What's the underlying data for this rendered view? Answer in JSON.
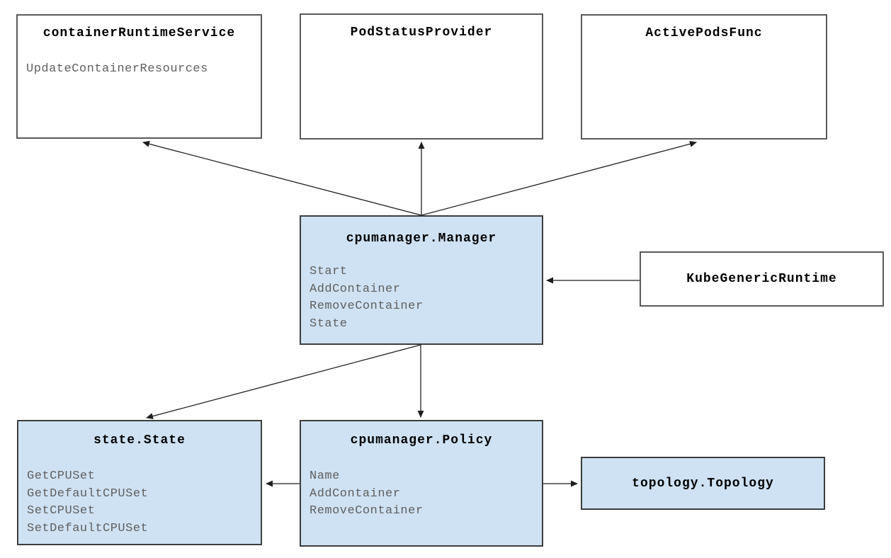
{
  "diagram": {
    "boxes": [
      {
        "id": "containerRuntimeService",
        "title": "containerRuntimeService",
        "methods": [
          "UpdateContainerResources"
        ],
        "variant": "white"
      },
      {
        "id": "PodStatusProvider",
        "title": "PodStatusProvider",
        "methods": [],
        "variant": "white"
      },
      {
        "id": "ActivePodsFunc",
        "title": "ActivePodsFunc",
        "methods": [],
        "variant": "white"
      },
      {
        "id": "cpumanager.Manager",
        "title": "cpumanager.Manager",
        "methods": [
          "Start",
          "AddContainer",
          "RemoveContainer",
          "State"
        ],
        "variant": "blue"
      },
      {
        "id": "KubeGenericRuntime",
        "title": "KubeGenericRuntime",
        "methods": [],
        "variant": "white"
      },
      {
        "id": "state.State",
        "title": "state.State",
        "methods": [
          "GetCPUSet",
          "GetDefaultCPUSet",
          "SetCPUSet",
          "SetDefaultCPUSet"
        ],
        "variant": "blue"
      },
      {
        "id": "cpumanager.Policy",
        "title": "cpumanager.Policy",
        "methods": [
          "Name",
          "AddContainer",
          "RemoveContainer"
        ],
        "variant": "blue"
      },
      {
        "id": "topology.Topology",
        "title": "topology.Topology",
        "methods": [],
        "variant": "blue"
      }
    ],
    "edges": [
      {
        "from": "cpumanager.Manager",
        "to": "containerRuntimeService"
      },
      {
        "from": "cpumanager.Manager",
        "to": "PodStatusProvider"
      },
      {
        "from": "cpumanager.Manager",
        "to": "ActivePodsFunc"
      },
      {
        "from": "KubeGenericRuntime",
        "to": "cpumanager.Manager"
      },
      {
        "from": "cpumanager.Manager",
        "to": "state.State"
      },
      {
        "from": "cpumanager.Manager",
        "to": "cpumanager.Policy"
      },
      {
        "from": "cpumanager.Policy",
        "to": "state.State"
      },
      {
        "from": "cpumanager.Policy",
        "to": "topology.Topology"
      }
    ],
    "colors": {
      "background": "#ffffff",
      "box_fill_blue": "#cfe2f3",
      "box_fill_white": "#ffffff",
      "box_border_blue": "#3d3d3d",
      "box_border_white": "#595959",
      "title_text": "#000000",
      "method_text": "#5f5f5f",
      "arrow": "#1f1f1f"
    }
  }
}
